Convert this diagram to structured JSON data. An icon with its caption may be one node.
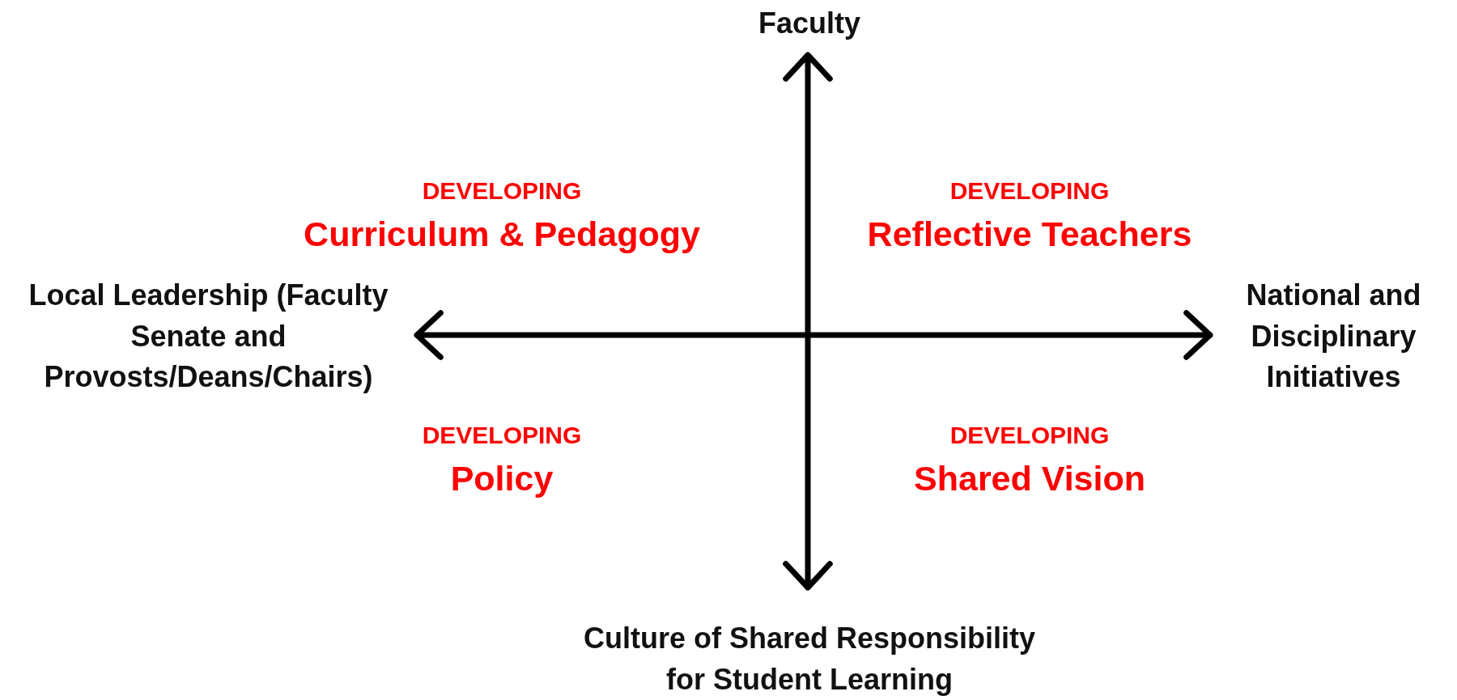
{
  "diagram": {
    "nodes": [
      {
        "text": [
          "Faculty"
        ]
      },
      {
        "text": [
          "Local Leadership (Faculty Senate and Provosts/Deans/Chairs)"
        ]
      },
      {
        "text": [
          "National and Disciplinary Initiatives"
        ]
      },
      {
        "text": [
          "Culture of Shared Responsibility for Student Learning"
        ]
      }
    ],
    "edges": [
      {
        "from": 3,
        "to": 0,
        "arrow": "both"
      },
      {
        "from": 1,
        "to": 2,
        "arrow": "both"
      }
    ],
    "labels": [
      "DEVELOPING",
      "Curriculum & Pedagogy",
      "DEVELOPING",
      "Reflective Teachers",
      "DEVELOPING",
      "Policy",
      "DEVELOPING",
      "Shared Vision"
    ]
  }
}
